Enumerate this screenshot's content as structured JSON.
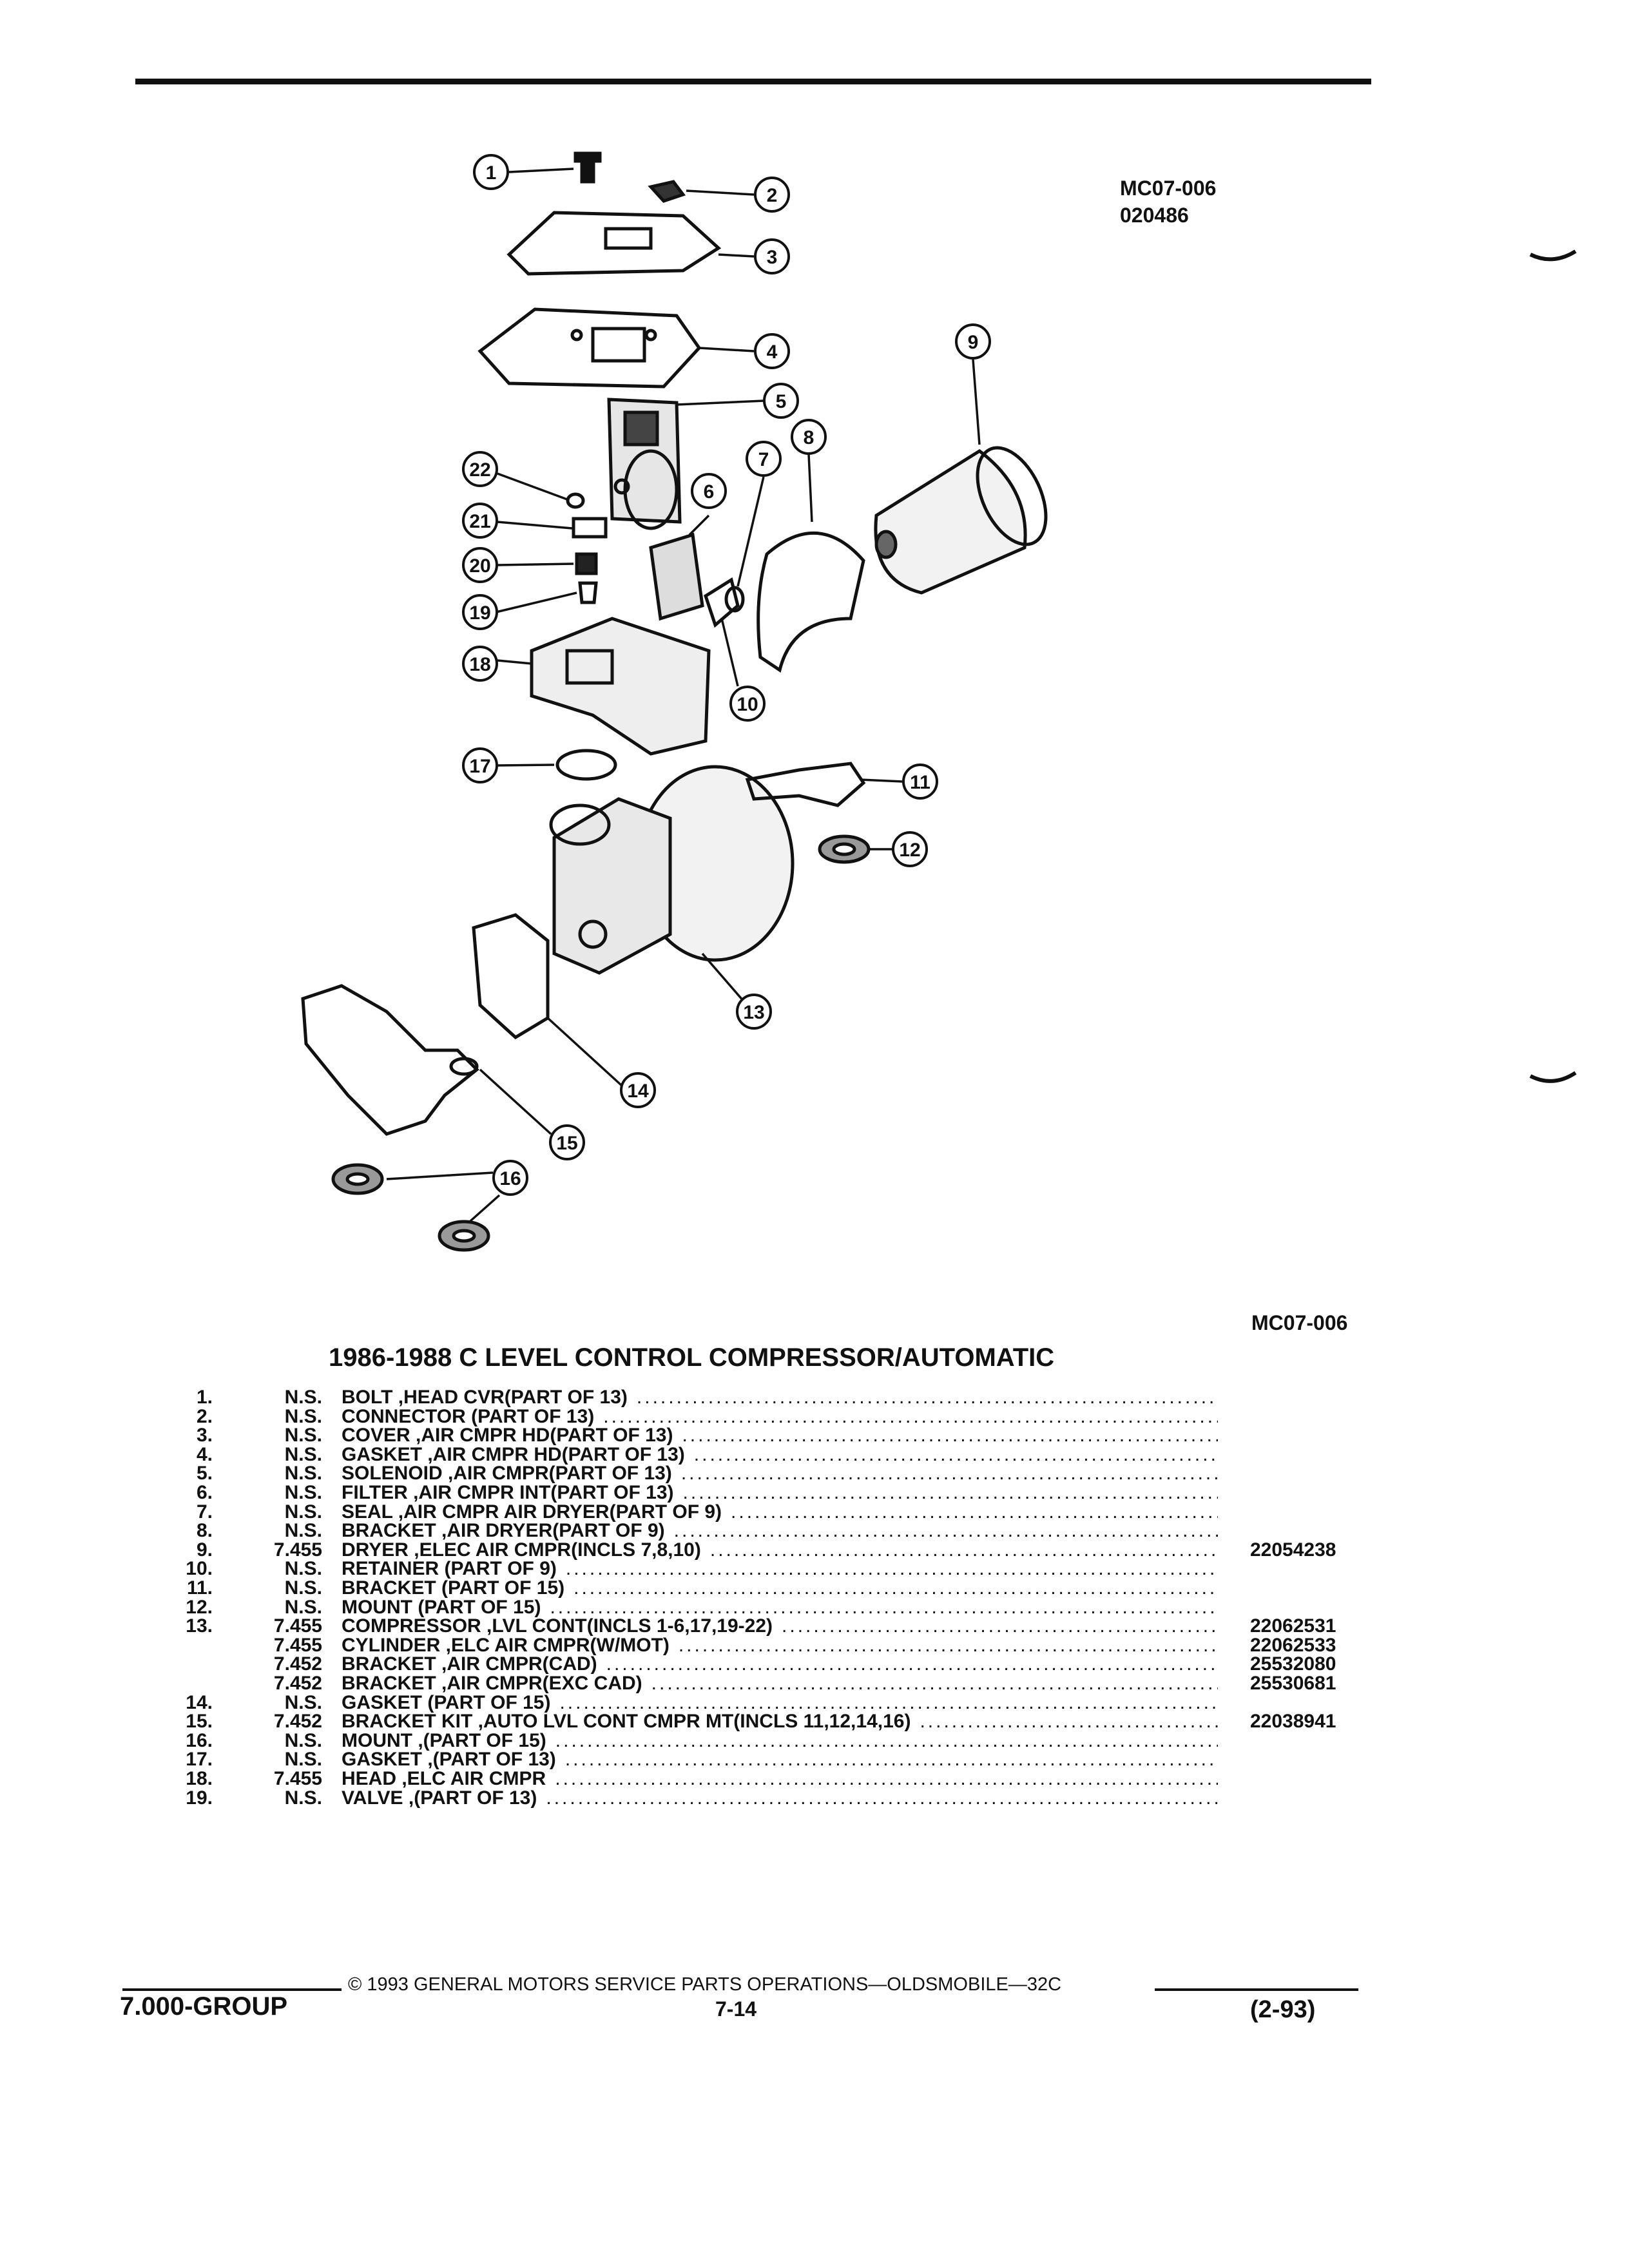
{
  "figure": {
    "ref_top": "MC07-006",
    "date_code": "020486",
    "ref_bottom": "MC07-006",
    "callouts": [
      "1",
      "2",
      "3",
      "4",
      "5",
      "6",
      "7",
      "8",
      "9",
      "10",
      "11",
      "12",
      "13",
      "14",
      "15",
      "16",
      "17",
      "18",
      "19",
      "20",
      "21",
      "22"
    ]
  },
  "title": "1986-1988 C LEVEL CONTROL COMPRESSOR/AUTOMATIC",
  "parts": [
    {
      "no": "1.",
      "group": "N.S.",
      "desc": "BOLT ,HEAD CVR(PART OF 13)",
      "pn": ""
    },
    {
      "no": "2.",
      "group": "N.S.",
      "desc": "CONNECTOR (PART OF 13)",
      "pn": ""
    },
    {
      "no": "3.",
      "group": "N.S.",
      "desc": "COVER ,AIR CMPR HD(PART OF 13)",
      "pn": ""
    },
    {
      "no": "4.",
      "group": "N.S.",
      "desc": "GASKET ,AIR CMPR HD(PART OF 13)",
      "pn": ""
    },
    {
      "no": "5.",
      "group": "N.S.",
      "desc": "SOLENOID ,AIR CMPR(PART OF 13)",
      "pn": ""
    },
    {
      "no": "6.",
      "group": "N.S.",
      "desc": "FILTER ,AIR CMPR INT(PART OF 13)",
      "pn": ""
    },
    {
      "no": "7.",
      "group": "N.S.",
      "desc": "SEAL ,AIR CMPR AIR DRYER(PART OF 9)",
      "pn": ""
    },
    {
      "no": "8.",
      "group": "N.S.",
      "desc": "BRACKET ,AIR DRYER(PART OF 9)",
      "pn": ""
    },
    {
      "no": "9.",
      "group": "7.455",
      "desc": "DRYER ,ELEC AIR CMPR(INCLS 7,8,10)",
      "pn": "22054238"
    },
    {
      "no": "10.",
      "group": "N.S.",
      "desc": "RETAINER (PART OF 9)",
      "pn": ""
    },
    {
      "no": "11.",
      "group": "N.S.",
      "desc": "BRACKET (PART OF 15)",
      "pn": ""
    },
    {
      "no": "12.",
      "group": "N.S.",
      "desc": "MOUNT (PART OF 15)",
      "pn": ""
    },
    {
      "no": "13.",
      "group": "7.455",
      "desc": "COMPRESSOR ,LVL CONT(INCLS 1-6,17,19-22)",
      "pn": "22062531"
    },
    {
      "no": "",
      "group": "7.455",
      "desc": "CYLINDER ,ELC AIR CMPR(W/MOT)",
      "pn": "22062533"
    },
    {
      "no": "",
      "group": "7.452",
      "desc": "BRACKET ,AIR CMPR(CAD)",
      "pn": "25532080"
    },
    {
      "no": "",
      "group": "7.452",
      "desc": "BRACKET ,AIR CMPR(EXC CAD)",
      "pn": "25530681"
    },
    {
      "no": "14.",
      "group": "N.S.",
      "desc": "GASKET (PART OF 15)",
      "pn": ""
    },
    {
      "no": "15.",
      "group": "7.452",
      "desc": "BRACKET KIT ,AUTO LVL CONT CMPR MT(INCLS 11,12,14,16)",
      "pn": "22038941"
    },
    {
      "no": "16.",
      "group": "N.S.",
      "desc": "MOUNT ,(PART OF 15)",
      "pn": ""
    },
    {
      "no": "17.",
      "group": "N.S.",
      "desc": "GASKET ,(PART OF 13)",
      "pn": ""
    },
    {
      "no": "18.",
      "group": "7.455",
      "desc": "HEAD ,ELC AIR CMPR",
      "pn": ""
    },
    {
      "no": "19.",
      "group": "N.S.",
      "desc": "VALVE ,(PART OF 13)",
      "pn": ""
    }
  ],
  "footer": {
    "copyright": "© 1993 GENERAL MOTORS SERVICE PARTS OPERATIONS—OLDSMOBILE—32C",
    "group": "7.000-GROUP",
    "page": "7-14",
    "rev": "(2-93)"
  }
}
